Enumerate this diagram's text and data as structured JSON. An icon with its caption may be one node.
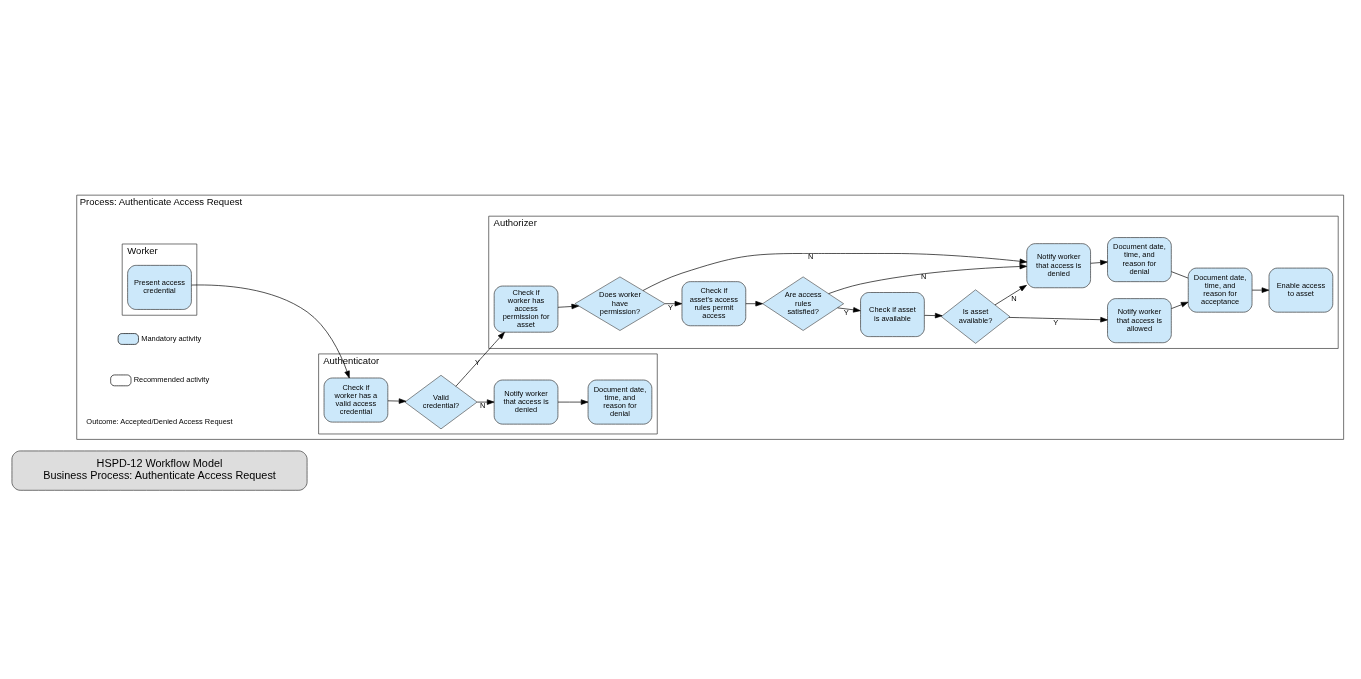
{
  "diagram": {
    "nodes": [
      {
        "text": [
          "HSPD-12 Workflow Model",
          "Business Process: Authenticate Access Request"
        ]
      },
      {
        "text": [
          "Process: Authenticate Access Request"
        ]
      },
      {
        "text": [
          "Worker"
        ],
        "in": 1
      },
      {
        "text": [
          "Authenticator"
        ],
        "in": 1
      },
      {
        "text": [
          "Authorizer"
        ],
        "in": 1
      },
      {
        "text": [
          "Present access credential"
        ],
        "in": 2
      },
      {
        "text": [
          "Check if worker has a valid access credential"
        ],
        "in": 3
      },
      {
        "text": [
          "Valid credential?"
        ],
        "in": 3
      },
      {
        "text": [
          "Notify worker that access is denied"
        ],
        "in": 3
      },
      {
        "text": [
          "Document date, time, and reason for denial"
        ],
        "in": 3
      },
      {
        "text": [
          "Check if worker has access permission for asset"
        ],
        "in": 4
      },
      {
        "text": [
          "Does worker have permission?"
        ],
        "in": 4
      },
      {
        "text": [
          "Check if asset's access rules permit access"
        ],
        "in": 4
      },
      {
        "text": [
          "Are access rules satisfied?"
        ],
        "in": 4
      },
      {
        "text": [
          "Check if asset is available"
        ],
        "in": 4
      },
      {
        "text": [
          "Is asset available?"
        ],
        "in": 4
      },
      {
        "text": [
          "Notify worker that access is denied"
        ],
        "in": 4
      },
      {
        "text": [
          "Document date, time, and reason for denial"
        ],
        "in": 4
      },
      {
        "text": [
          "Notify worker that access is allowed"
        ],
        "in": 4
      },
      {
        "text": [
          "Document date, time, and reason for acceptance"
        ],
        "in": 4
      },
      {
        "text": [
          "Enable access to asset"
        ],
        "in": 4
      }
    ],
    "edges": [
      {
        "from": 5,
        "to": 6,
        "arrow": "to"
      },
      {
        "from": 6,
        "to": 7,
        "arrow": "to"
      },
      {
        "from": 7,
        "to": 8,
        "arrow": "to",
        "label": "N"
      },
      {
        "from": 8,
        "to": 9,
        "arrow": "to"
      },
      {
        "from": 7,
        "to": 10,
        "arrow": "to",
        "label": "Y"
      },
      {
        "from": 10,
        "to": 11,
        "arrow": "to"
      },
      {
        "from": 11,
        "to": 12,
        "arrow": "to",
        "label": "Y"
      },
      {
        "from": 11,
        "to": 16,
        "arrow": "to",
        "label": "N"
      },
      {
        "from": 12,
        "to": 13,
        "arrow": "to"
      },
      {
        "from": 13,
        "to": 14,
        "arrow": "to",
        "label": "Y"
      },
      {
        "from": 13,
        "to": 16,
        "arrow": "to",
        "label": "N"
      },
      {
        "from": 14,
        "to": 15,
        "arrow": "to"
      },
      {
        "from": 15,
        "to": 18,
        "arrow": "to",
        "label": "Y"
      },
      {
        "from": 15,
        "to": 16,
        "arrow": "to",
        "label": "N"
      },
      {
        "from": 16,
        "to": 17,
        "arrow": "to"
      },
      {
        "from": 18,
        "to": 19,
        "arrow": "to"
      },
      {
        "from": 17,
        "to": 19,
        "arrow": "none"
      },
      {
        "from": 19,
        "to": 20,
        "arrow": "to"
      }
    ],
    "labels": [
      "Outcome: Accepted/Denied Access Request"
    ],
    "legend": [
      {
        "text": "Mandatory activity",
        "color": "#cce8fa"
      },
      {
        "text": "Recommended activity",
        "color": "#ffffff"
      }
    ]
  }
}
